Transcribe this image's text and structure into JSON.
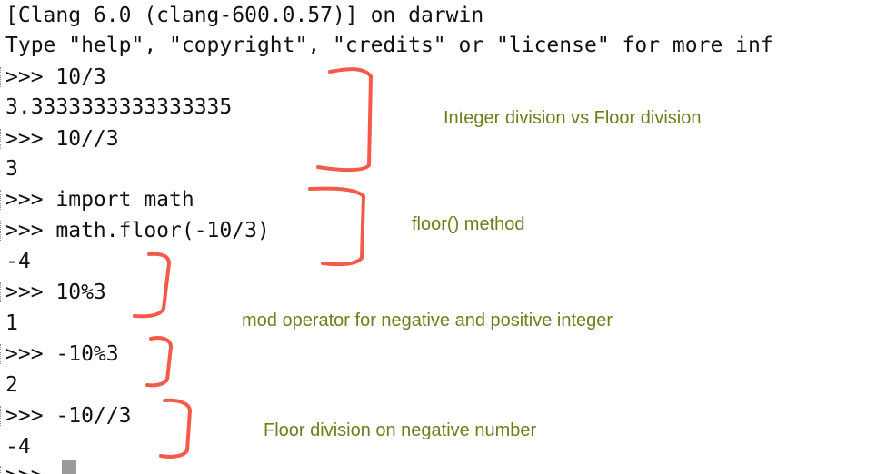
{
  "terminal": {
    "lines": [
      "[Clang 6.0 (clang-600.0.57)] on darwin",
      "Type \"help\", \"copyright\", \"credits\" or \"license\" for more inf",
      ">>> 10/3",
      "3.3333333333333335",
      ">>> 10//3",
      "3",
      ">>> import math",
      ">>> math.floor(-10/3)",
      "-4",
      ">>> 10%3",
      "1",
      ">>> -10%3",
      "2",
      ">>> -10//3",
      "-4",
      ">>>"
    ]
  },
  "annotations": {
    "integer_vs_floor": "Integer  division  vs Floor division",
    "floor_method": "floor() method",
    "mod_operator": "mod operator for negative and positive integer",
    "floor_negative": "Floor division on negative number"
  },
  "colors": {
    "annotation_text": "#6b7f19",
    "bracket_stroke": "#f45a4a",
    "terminal_text": "#111111",
    "background": "#ffffff"
  }
}
